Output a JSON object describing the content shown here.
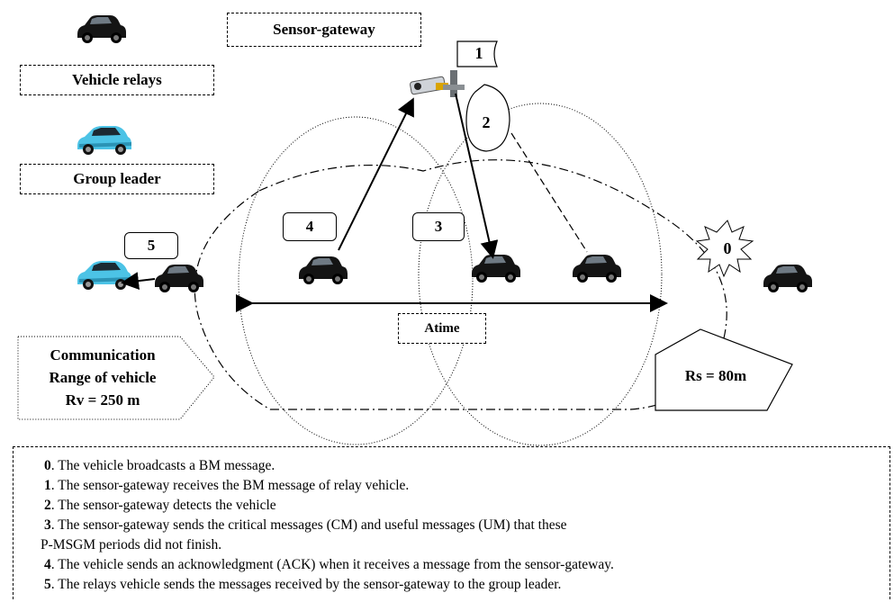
{
  "legend_top": {
    "sensor_gateway": "Sensor-gateway",
    "vehicle_relays": "Vehicle relays",
    "group_leader": "Group leader"
  },
  "steps": {
    "s0": "0",
    "s1": "1",
    "s2": "2",
    "s3": "3",
    "s4": "4",
    "s5": "5"
  },
  "atime": "Atime",
  "vehicle_range": {
    "line1": "Communication",
    "line2": "Range of vehicle",
    "line3": "Rv = 250 m"
  },
  "sensor_range": "Rs = 80m",
  "legend": [
    {
      "num": "0",
      "text": ". The vehicle broadcasts a BM message."
    },
    {
      "num": "1",
      "text": ". The sensor-gateway receives the BM message of relay vehicle."
    },
    {
      "num": "2",
      "text": ". The sensor-gateway detects the vehicle"
    },
    {
      "num": "3",
      "text": ". The sensor-gateway sends the critical messages (CM) and useful messages (UM) that these"
    },
    {
      "num": "",
      "text": "P-MSGM periods did not finish."
    },
    {
      "num": "4",
      "text": ". The vehicle sends an acknowledgment (ACK) when it receives a message from the sensor-gateway."
    },
    {
      "num": "5",
      "text": ". The relays vehicle sends the messages received by the sensor-gateway to the group leader."
    }
  ],
  "colors": {
    "relay_car": "#1a1a1a",
    "leader_car": "#3fb6d8"
  }
}
